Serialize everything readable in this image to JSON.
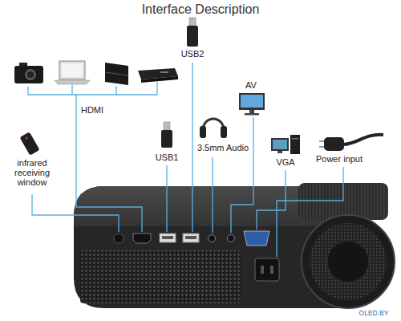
{
  "diagram": {
    "title": "Interface Description",
    "labels": [
      "USB2",
      "AV",
      "HDMI",
      "3.5mm Audio",
      "infrared receiving window",
      "USB1",
      "VGA",
      "Power input",
      "OLED.BY"
    ]
  }
}
